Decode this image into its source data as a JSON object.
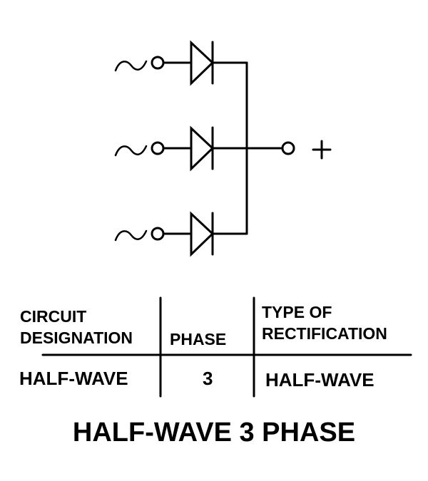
{
  "diagram": {
    "input_symbol": "~",
    "output_symbol": "+",
    "input_count": 3,
    "line_color": "#000000"
  },
  "table": {
    "headers": {
      "circuit_line1": "CIRCUIT",
      "circuit_line2": "DESIGNATION",
      "phase": "PHASE",
      "type_line1": "TYPE OF",
      "type_line2": "RECTIFICATION"
    },
    "values": {
      "circuit": "HALF-WAVE",
      "phase": "3",
      "type": "HALF-WAVE"
    }
  },
  "title": "HALF-WAVE 3 PHASE"
}
